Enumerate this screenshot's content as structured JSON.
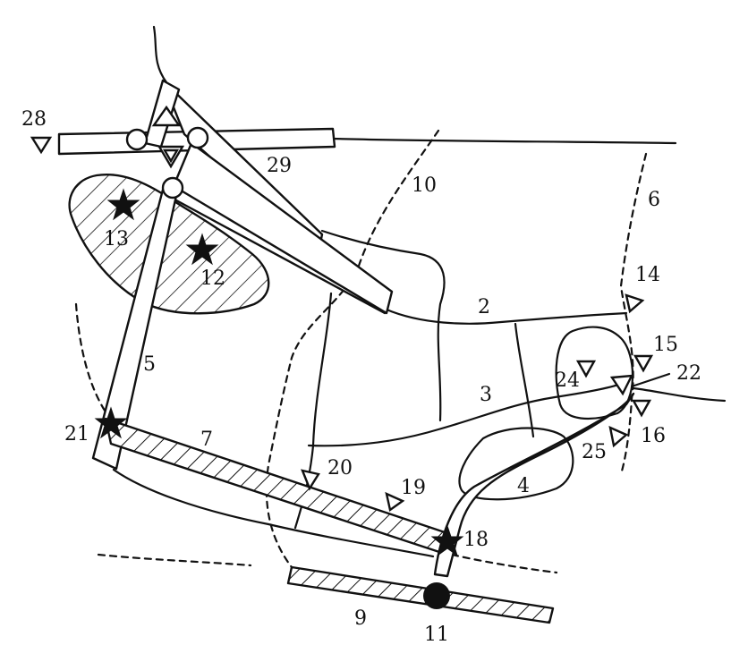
{
  "labels": {
    "l2": "2",
    "l3": "3",
    "l4": "4",
    "l5": "5",
    "l6": "6",
    "l7": "7",
    "l9": "9",
    "l10": "10",
    "l11": "11",
    "l12": "12",
    "l13": "13",
    "l14": "14",
    "l15": "15",
    "l16": "16",
    "l18": "18",
    "l19": "19",
    "l20": "20",
    "l21": "21",
    "l22": "22",
    "l24": "24",
    "l25": "25",
    "l28": "28",
    "l29": "29"
  }
}
